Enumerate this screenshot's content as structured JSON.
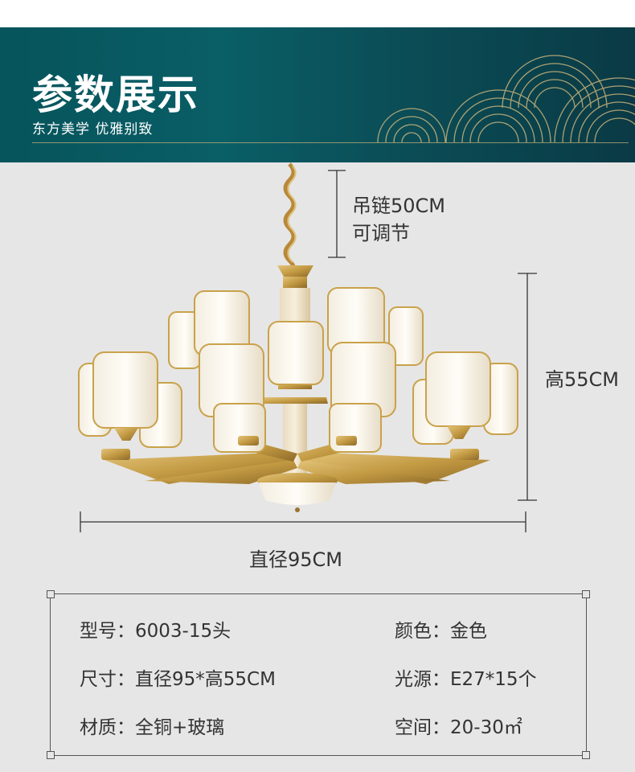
{
  "banner": {
    "title": "参数展示",
    "subtitle": "东方美学  优雅别致"
  },
  "dimensions": {
    "chain_line1": "吊链50CM",
    "chain_line2": "可调节",
    "height": "高55CM",
    "diameter": "直径95CM"
  },
  "specs": {
    "model": "型号：6003-15头",
    "color": "颜色：金色",
    "size": "尺寸：直径95*高55CM",
    "light_source": "光源：E27*15个",
    "material": "材质：全铜+玻璃",
    "space": "空间：20-30㎡"
  },
  "colors": {
    "banner": "#0a5e66",
    "gold": "#c9a24a",
    "background": "#e6e6e6"
  }
}
